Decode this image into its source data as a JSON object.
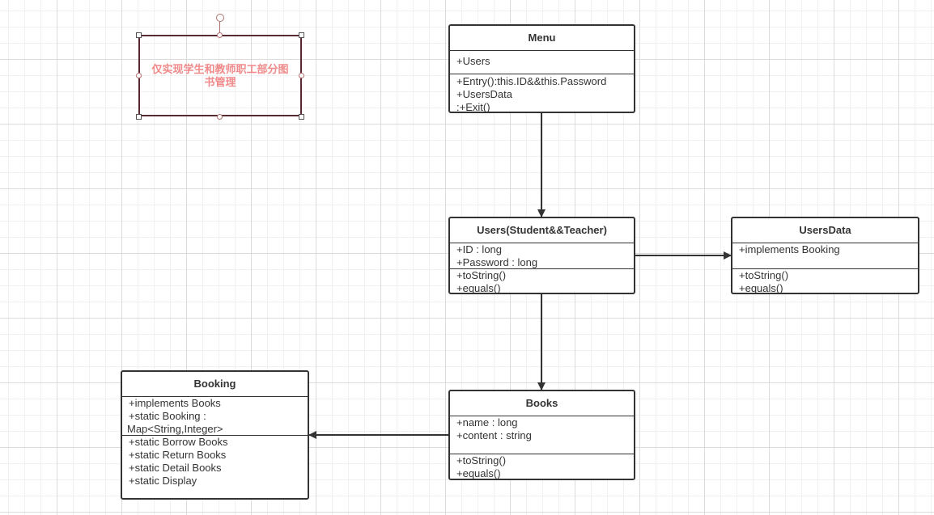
{
  "note": {
    "text": "仅实现学生和教师职工部分图书管理"
  },
  "menu": {
    "title": "Menu",
    "attributes": [
      "+Users"
    ],
    "methods": [
      "+Entry():this.ID&&this.Password",
      "+UsersData",
      ":+Exit()"
    ]
  },
  "users": {
    "title": "Users(Student&&Teacher)",
    "attributes": [
      "+ID : long",
      "+Password : long"
    ],
    "methods": [
      "+toString()",
      "+equals()"
    ]
  },
  "usersdata": {
    "title": "UsersData",
    "attributes": [
      "+implements Booking"
    ],
    "methods": [
      "+toString()",
      "+equals()"
    ]
  },
  "books": {
    "title": "Books",
    "attributes": [
      "+name : long",
      "+content : string"
    ],
    "methods": [
      "+toString()",
      "+equals()"
    ]
  },
  "booking": {
    "title": "Booking",
    "attributes": [
      "+implements Books",
      "+static Booking :",
      "Map<String,Integer>"
    ],
    "methods": [
      "+static Borrow Books",
      "+static Return Books",
      "+static Detail Books",
      "+static Display"
    ]
  },
  "colors": {
    "line": "#333333",
    "note_text": "#f08a8a",
    "note_border": "#5a2a33"
  }
}
